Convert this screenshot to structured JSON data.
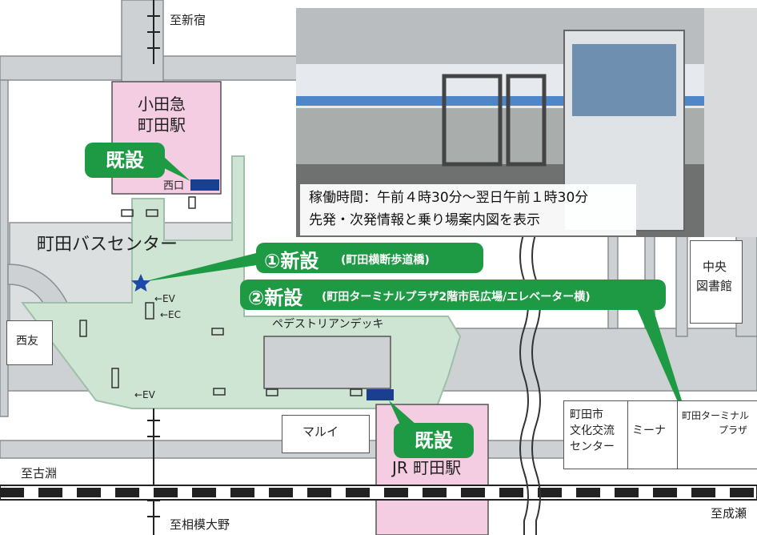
{
  "directions": {
    "shinjuku": "至新宿",
    "kobuchi": "至古淵",
    "sagamiono": "至相模大野",
    "naruse": "至成瀬"
  },
  "stations": {
    "odakyu_line1": "小田急",
    "odakyu_line2": "町田駅",
    "jr": "JR 町田駅",
    "nishiguchi": "西口"
  },
  "buildings": {
    "bus_center": "町田バスセンター",
    "seiyu": "西友",
    "marui": "マルイ",
    "library_line1": "中央",
    "library_line2": "図書館",
    "culture_line1": "町田市",
    "culture_line2": "文化交流",
    "culture_line3": "センター",
    "mina": "ミーナ",
    "terminal_plaza_line1": "町田ターミナル",
    "terminal_plaza_line2": "プラザ",
    "pedestrian_deck": "ペデストリアンデッキ"
  },
  "facilities": {
    "ev1": "←EV",
    "ec": "←EC",
    "ev2": "←EV"
  },
  "callouts": {
    "existing_north": "既設",
    "existing_south": "既設",
    "new1_main": "①新設",
    "new1_sub": "(町田横断歩道橋)",
    "new2_main": "②新設",
    "new2_sub": "(町田ターミナルプラザ2階市民広場/エレベーター横)"
  },
  "photo_caption": {
    "line1": "稼働時間：午前４時30分〜翌日午前１時30分",
    "line2": "先発・次発情報と乗り場案内図を表示"
  },
  "colors": {
    "road": "#cdd1d3",
    "deck": "#cfe5d4",
    "deck_border": "#9fbfaa",
    "station": "#f4cde2",
    "callout": "#1e9a44",
    "marker": "#1b3f8f",
    "star": "#1d4aa8"
  }
}
